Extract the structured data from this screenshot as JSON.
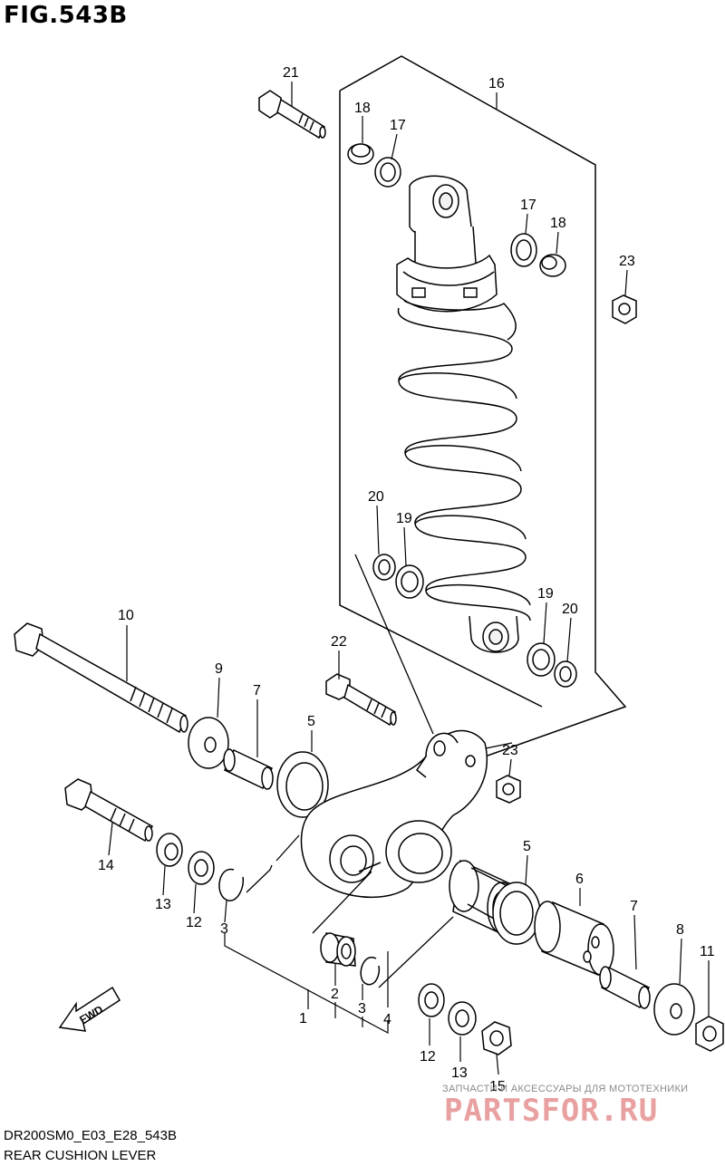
{
  "figure": {
    "title": "FIG.543B",
    "code": "DR200SM0_E03_E28_543B",
    "name": "REAR CUSHION LEVER"
  },
  "direction_label": "FWD",
  "watermark": {
    "tagline": "ЗАПЧАСТИ И АКСЕССУАРЫ ДЛЯ МОТОТЕХНИКИ",
    "brand": "PARTSFOR.RU"
  },
  "callouts": {
    "c21": "21",
    "c16": "16",
    "c18a": "18",
    "c17a": "17",
    "c17b": "17",
    "c18b": "18",
    "c23a": "23",
    "c20a": "20",
    "c19a": "19",
    "c19b": "19",
    "c20b": "20",
    "c10": "10",
    "c22": "22",
    "c9": "9",
    "c7a": "7",
    "c5a": "5",
    "c23b": "23",
    "c14": "14",
    "c13a": "13",
    "c12a": "12",
    "c3a": "3",
    "c5b": "5",
    "c6": "6",
    "c7b": "7",
    "c8": "8",
    "c11": "11",
    "c1": "1",
    "c2": "2",
    "c3b": "3",
    "c4": "4",
    "c12b": "12",
    "c13b": "13",
    "c15": "15"
  }
}
